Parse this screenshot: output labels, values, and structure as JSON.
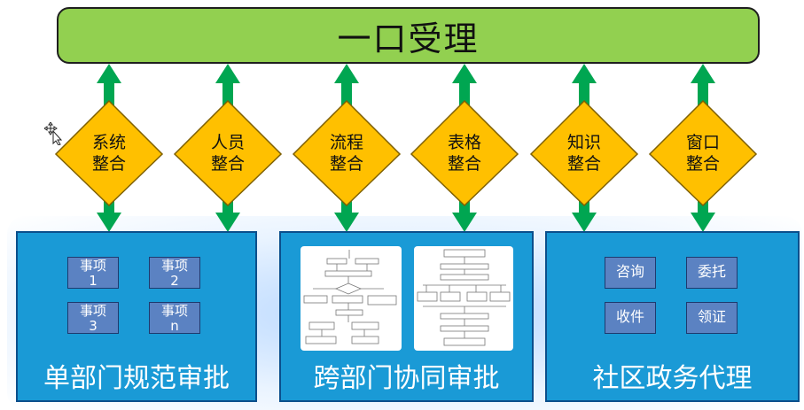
{
  "header": {
    "title": "一口受理"
  },
  "diamonds": [
    {
      "line1": "系统",
      "line2": "整合"
    },
    {
      "line1": "人员",
      "line2": "整合"
    },
    {
      "line1": "流程",
      "line2": "整合"
    },
    {
      "line1": "表格",
      "line2": "整合"
    },
    {
      "line1": "知识",
      "line2": "整合"
    },
    {
      "line1": "窗口",
      "line2": "整合"
    }
  ],
  "panels": {
    "left": {
      "title": "单部门规范审批",
      "items": [
        {
          "line1": "事项",
          "line2": "1"
        },
        {
          "line1": "事项",
          "line2": "2"
        },
        {
          "line1": "事项",
          "line2": "3"
        },
        {
          "line1": "事项",
          "line2": "n"
        }
      ]
    },
    "middle": {
      "title": "跨部门协同审批"
    },
    "right": {
      "title": "社区政务代理",
      "items": [
        "咨询",
        "委托",
        "收件",
        "领证"
      ]
    }
  },
  "colors": {
    "header_fill": "#92d050",
    "diamond_fill": "#ffc000",
    "arrow_fill": "#00a651",
    "panel_fill": "#1a9ad6",
    "item_fill": "#5b82c2"
  }
}
